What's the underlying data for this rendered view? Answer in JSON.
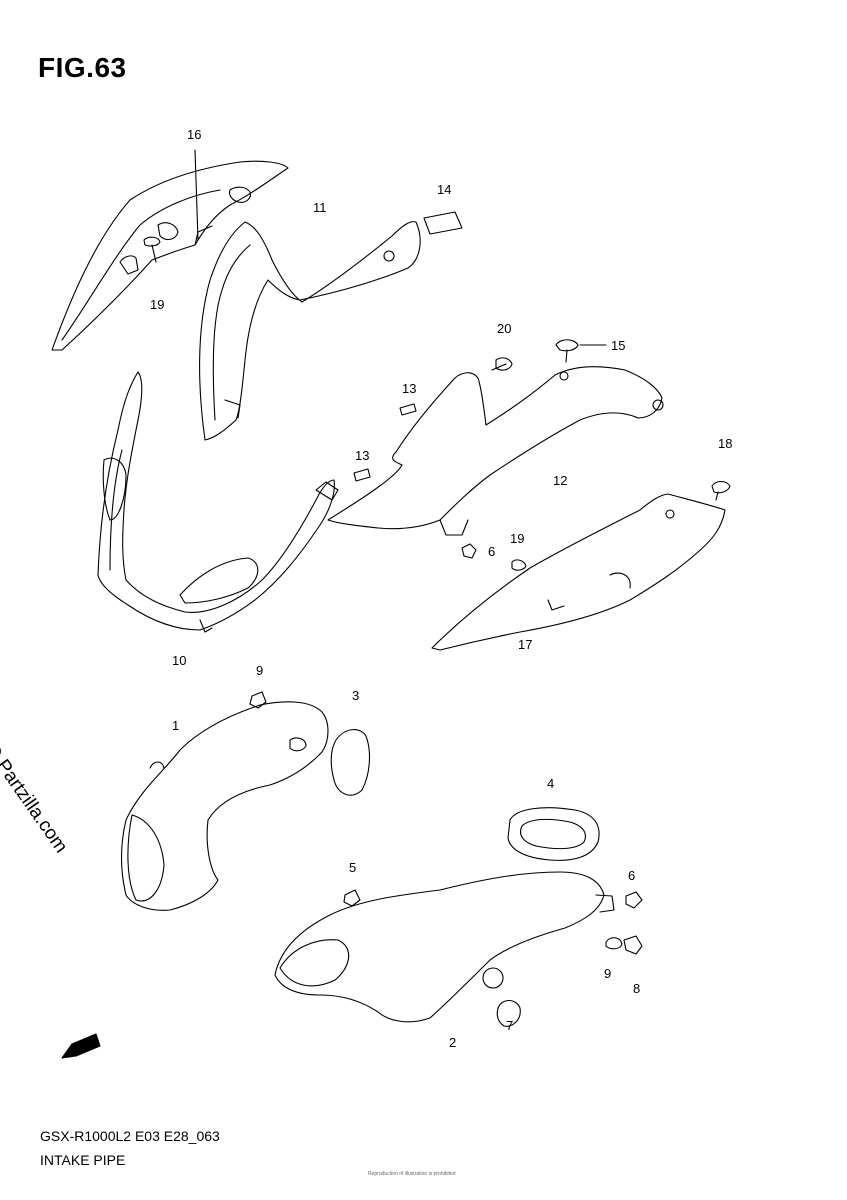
{
  "figure": {
    "title": "FIG.63",
    "model_code": "GSX-R1000L2 E03 E28_063",
    "section_name": "INTAKE PIPE",
    "watermark": "© Partzilla.com",
    "fwd_label": "FWD",
    "small_print": "Reproduction of illustration is prohibited"
  },
  "callouts": [
    {
      "id": "c16a",
      "text": "16"
    },
    {
      "id": "c11",
      "text": "11"
    },
    {
      "id": "c14",
      "text": "14"
    },
    {
      "id": "c19a",
      "text": "19"
    },
    {
      "id": "c20",
      "text": "20"
    },
    {
      "id": "c15",
      "text": "15"
    },
    {
      "id": "c13a",
      "text": "13"
    },
    {
      "id": "c13b",
      "text": "13"
    },
    {
      "id": "c18",
      "text": "18"
    },
    {
      "id": "c12",
      "text": "12"
    },
    {
      "id": "c6a",
      "text": "6"
    },
    {
      "id": "c19b",
      "text": "19"
    },
    {
      "id": "c17",
      "text": "17"
    },
    {
      "id": "c10",
      "text": "10"
    },
    {
      "id": "c9a",
      "text": "9"
    },
    {
      "id": "c3",
      "text": "3"
    },
    {
      "id": "c1",
      "text": "1"
    },
    {
      "id": "c4",
      "text": "4"
    },
    {
      "id": "c5",
      "text": "5"
    },
    {
      "id": "c6b",
      "text": "6"
    },
    {
      "id": "c9b",
      "text": "9"
    },
    {
      "id": "c8",
      "text": "8"
    },
    {
      "id": "c7",
      "text": "7"
    },
    {
      "id": "c2",
      "text": "2"
    }
  ]
}
